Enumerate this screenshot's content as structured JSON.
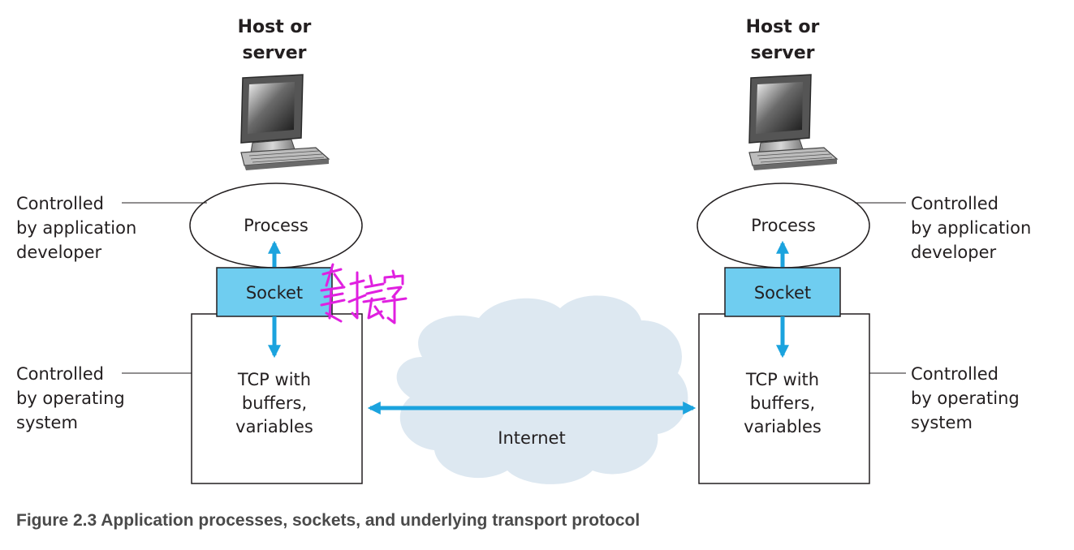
{
  "left_host": {
    "title_line1": "Host or",
    "title_line2": "server",
    "process_label": "Process",
    "socket_label": "Socket",
    "tcp_line1": "TCP with",
    "tcp_line2": "buffers,",
    "tcp_line3": "variables",
    "app_note": [
      "Controlled",
      "by application",
      "developer"
    ],
    "os_note": [
      "Controlled",
      "by operating",
      "system"
    ],
    "handwriting": "套接字"
  },
  "right_host": {
    "title_line1": "Host or",
    "title_line2": "server",
    "process_label": "Process",
    "socket_label": "Socket",
    "tcp_line1": "TCP with",
    "tcp_line2": "buffers,",
    "tcp_line3": "variables",
    "app_note": [
      "Controlled",
      "by application",
      "developer"
    ],
    "os_note": [
      "Controlled",
      "by operating",
      "system"
    ]
  },
  "cloud_label": "Internet",
  "caption": "Figure 2.3 Application processes, sockets, and underlying transport protocol",
  "colors": {
    "socket_fill": "#6fcdf0",
    "arrow": "#1ba3de",
    "cloud": "#dde8f1",
    "handwriting": "#e020e0"
  }
}
